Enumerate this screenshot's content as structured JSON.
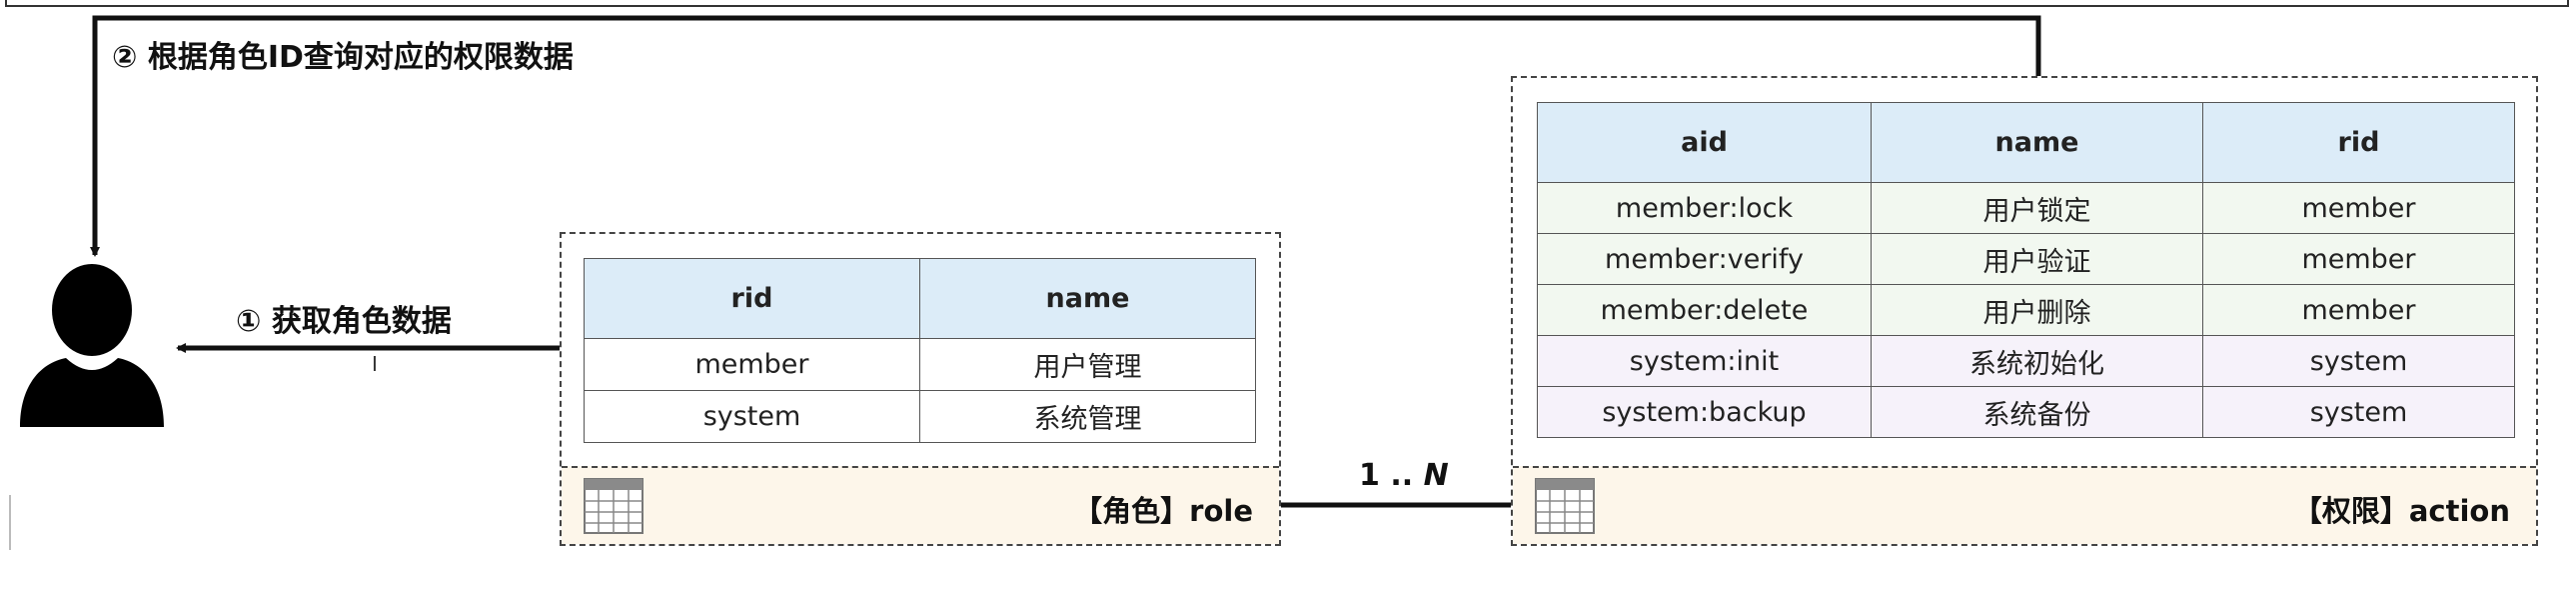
{
  "step_labels": {
    "query": "② 根据角色ID查询对应的权限数据",
    "fetch": "① 获取角色数据"
  },
  "user": {
    "icon": "user-icon"
  },
  "role_entity": {
    "title": "【角色】role",
    "icon": "table-icon",
    "columns": [
      "rid",
      "name"
    ],
    "rows": [
      [
        "member",
        "用户管理"
      ],
      [
        "system",
        "系统管理"
      ]
    ]
  },
  "action_entity": {
    "title": "【权限】action",
    "icon": "table-icon",
    "columns": [
      "aid",
      "name",
      "rid"
    ],
    "rows": [
      [
        "member:lock",
        "用户锁定",
        "member"
      ],
      [
        "member:verify",
        "用户验证",
        "member"
      ],
      [
        "member:delete",
        "用户删除",
        "member"
      ],
      [
        "system:init",
        "系统初始化",
        "system"
      ],
      [
        "system:backup",
        "系统备份",
        "system"
      ]
    ]
  },
  "relation": {
    "cardinality_prefix": "1 .. ",
    "cardinality_n": "N"
  },
  "colors": {
    "header_bg": "#dcecf8",
    "member_row_bg": "#f2f8f0",
    "system_row_bg": "#f6f2fa",
    "footer_bg": "#fdf6ea"
  }
}
